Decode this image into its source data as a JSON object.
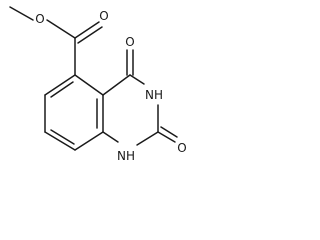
{
  "molecule": {
    "atoms": {
      "ester_oxygen": "O",
      "carbonyl_oxygen": "O",
      "c4_oxygen": "O",
      "c2_oxygen": "O",
      "n3": "NH",
      "n1": "NH"
    }
  },
  "colors": {
    "bond": "#1a1a1a",
    "background": "#ffffff"
  }
}
